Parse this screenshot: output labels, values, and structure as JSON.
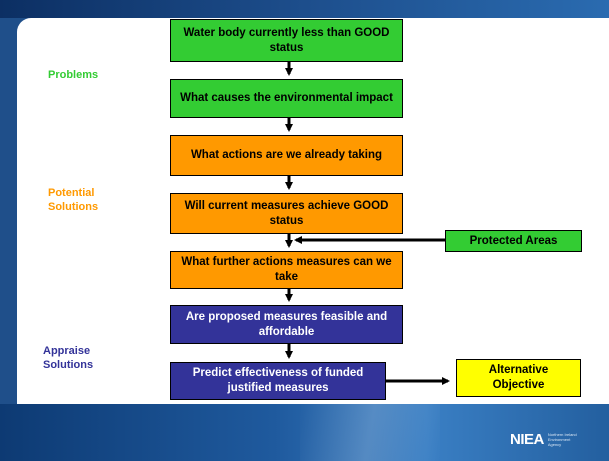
{
  "side_labels": {
    "problems": "Problems",
    "potential_solutions": "Potential\nSolutions",
    "appraise_solutions": "Appraise\nSolutions"
  },
  "boxes": {
    "water_body": "Water body currently less than GOOD status",
    "causes": "What causes the environmental impact",
    "actions_taking": "What actions are we already taking",
    "current_measures": "Will current measures achieve GOOD status",
    "further_actions": "What further actions measures can we take",
    "feasible": "Are proposed measures feasible and affordable",
    "predict": "Predict effectiveness of funded justified measures",
    "protected_areas": "Protected Areas",
    "alternative_objective": "Alternative Objective"
  },
  "colors": {
    "problems": "#33cc33",
    "potential_solutions": "#ff9900",
    "appraise_solutions": "#333399",
    "alternative": "#ffff00"
  },
  "logo": {
    "mark": "NIEA",
    "sub_lines": [
      "Northern Ireland",
      "Environment",
      "Agency"
    ]
  }
}
